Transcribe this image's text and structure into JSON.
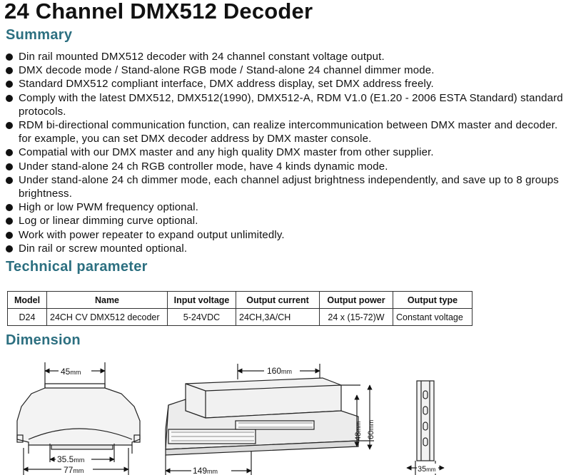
{
  "title": "24 Channel DMX512 Decoder",
  "sections": {
    "summary": "Summary",
    "technical": "Technical parameter",
    "dimension": "Dimension"
  },
  "summary_items": [
    "Din rail mounted DMX512 decoder with 24 channel constant voltage output.",
    "DMX decode mode / Stand-alone RGB mode / Stand-alone 24 channel dimmer mode.",
    "Standard DMX512 compliant interface, DMX address display, set DMX address freely.",
    "Comply with the latest DMX512, DMX512(1990), DMX512-A, RDM V1.0 (E1.20 - 2006 ESTA Standard) standard protocols.",
    "RDM bi-directional communication function, can realize intercommunication between DMX master and decoder. for example, you can set DMX decoder address by DMX master console.",
    "Compatial with our DMX master and any high quality DMX master from other supplier.",
    "Under stand-alone 24 ch RGB controller mode, have 4 kinds dynamic mode.",
    "Under stand-alone 24 ch dimmer mode, each channel adjust brightness independently, and save up to 8 groups brightness.",
    "High or low PWM frequency optional.",
    "Log or linear dimming curve optional.",
    "Work with power repeater to expand output unlimitedly.",
    "Din rail or screw mounted optional."
  ],
  "table": {
    "headers": [
      "Model",
      "Name",
      "Input voltage",
      "Output current",
      "Output power",
      "Output type"
    ],
    "rows": [
      [
        "D24",
        "24CH CV DMX512 decoder",
        "5-24VDC",
        "24CH,3A/CH",
        "24 x (15-72)W",
        "Constant voltage"
      ]
    ]
  },
  "dimensions": {
    "front_top": "45",
    "front_inner": "35.5",
    "front_width": "77",
    "side_top": "160",
    "side_width": "149",
    "side_h1": "48",
    "side_h2": "60",
    "rail_width": "35",
    "unit": "mm"
  },
  "colors": {
    "heading": "#2c6f80",
    "text": "#111111"
  }
}
